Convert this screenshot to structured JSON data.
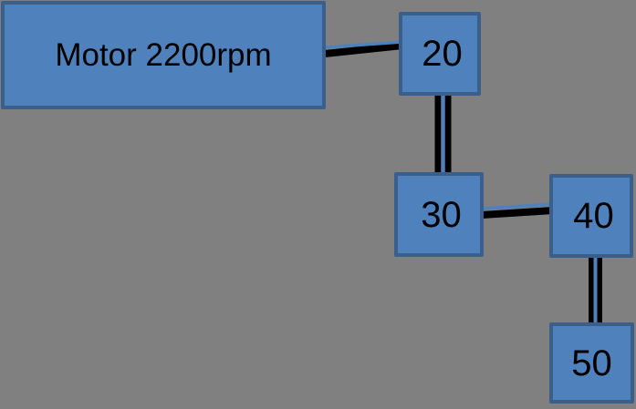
{
  "diagram": {
    "background_color": "#808080",
    "node_fill_color": "#4F81BD",
    "node_border_color": "#3A5F8B",
    "edge_primary_color": "#000000",
    "edge_accent_color": "#4F81BD",
    "text_color": "#000000",
    "nodes": [
      {
        "id": "motor",
        "label": "Motor 2200rpm"
      },
      {
        "id": "gear-20",
        "label": "20"
      },
      {
        "id": "gear-30",
        "label": "30"
      },
      {
        "id": "gear-40",
        "label": "40"
      },
      {
        "id": "gear-50",
        "label": "50"
      }
    ],
    "edges": [
      {
        "from": "motor",
        "to": "gear-20",
        "orientation": "horizontal",
        "style": "double-line"
      },
      {
        "from": "gear-20",
        "to": "gear-30",
        "orientation": "vertical",
        "style": "double-line"
      },
      {
        "from": "gear-30",
        "to": "gear-40",
        "orientation": "horizontal",
        "style": "double-line"
      },
      {
        "from": "gear-40",
        "to": "gear-50",
        "orientation": "vertical",
        "style": "double-line"
      }
    ]
  }
}
